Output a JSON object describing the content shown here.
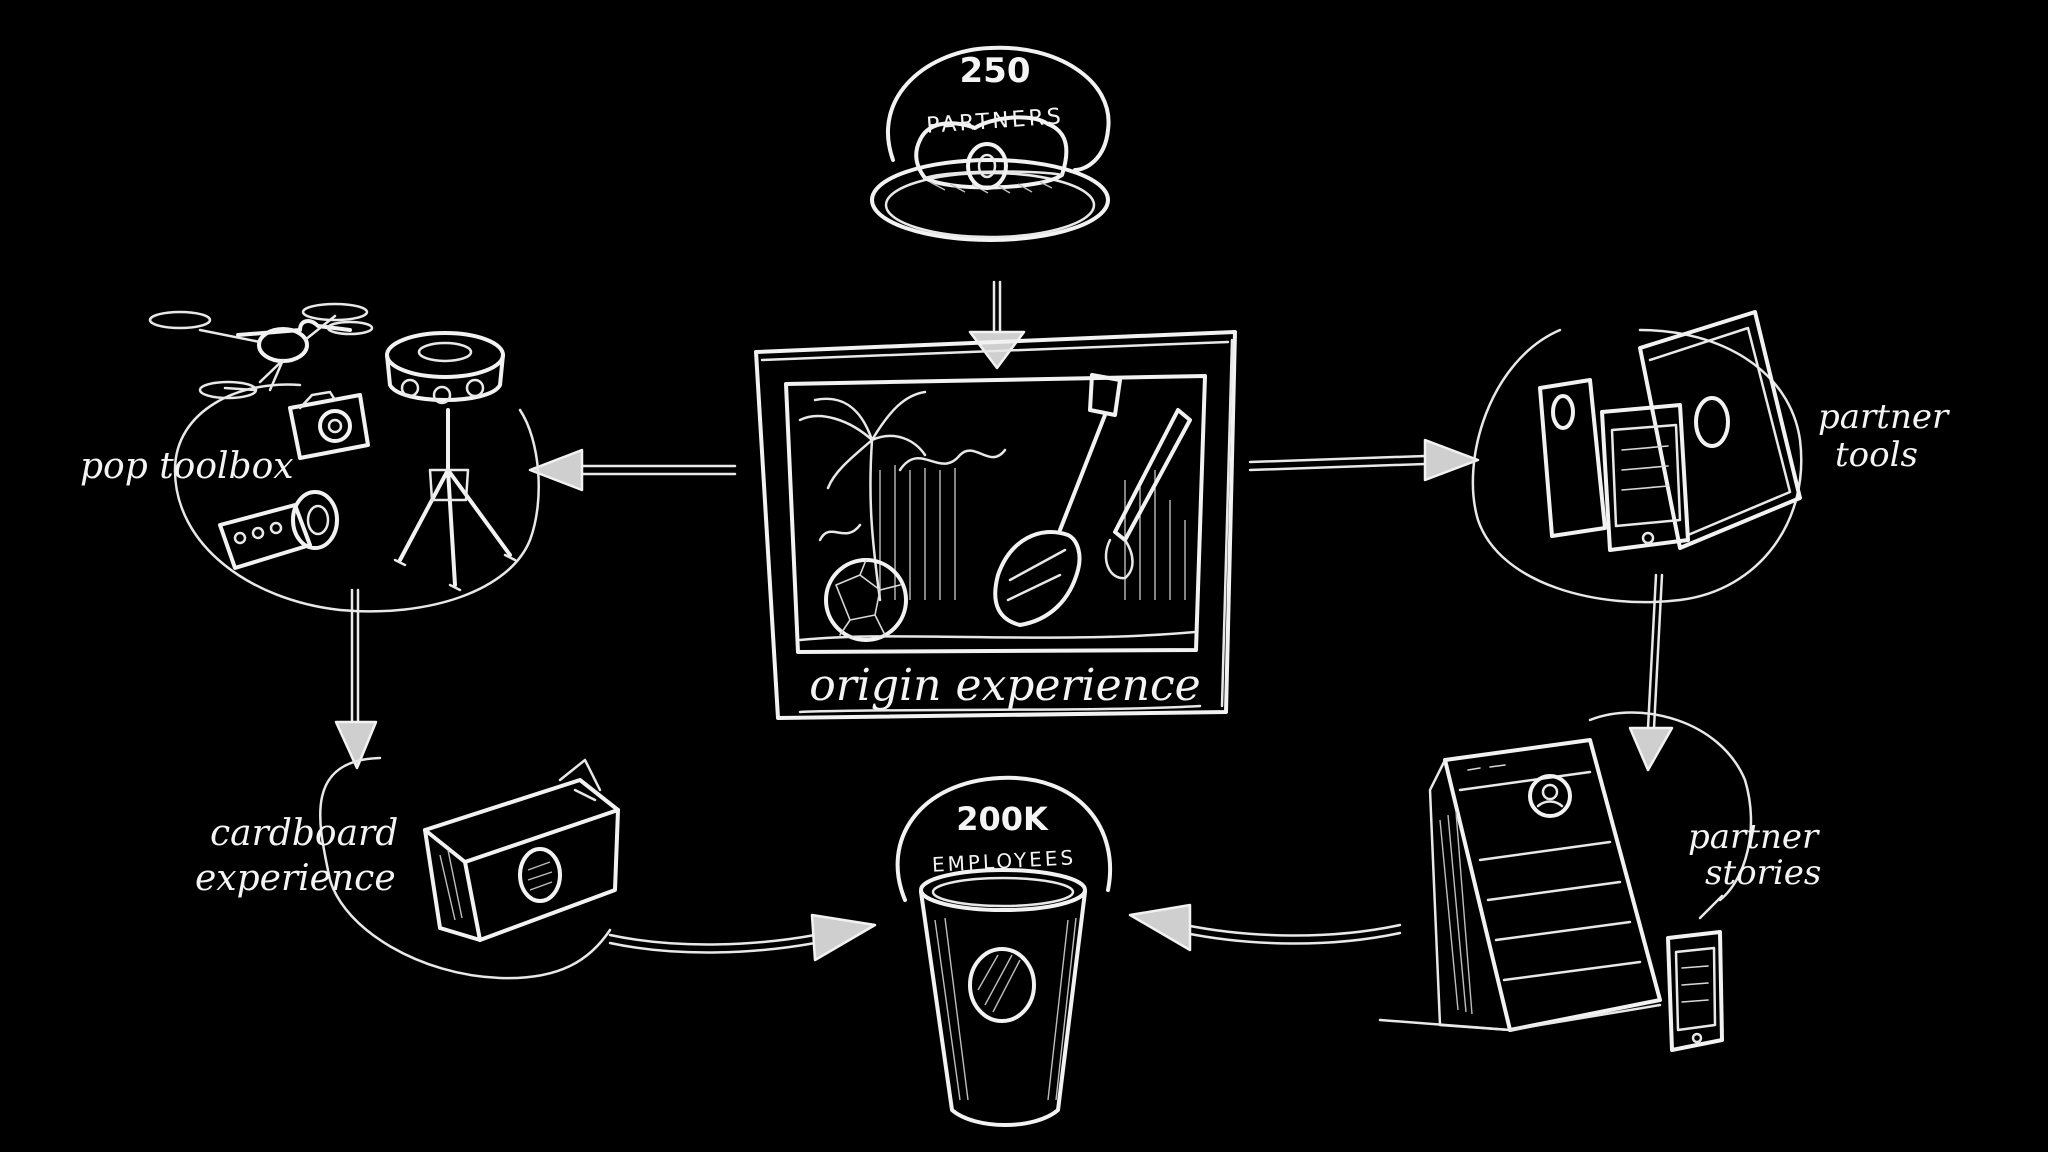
{
  "diagram": {
    "nodes": {
      "partners_hat": {
        "number": "250",
        "caption": "PARTNERS"
      },
      "origin": {
        "label": "origin experience"
      },
      "pop_toolbox": {
        "label": "pop toolbox"
      },
      "partner_tools": {
        "label_line1": "partner",
        "label_line2": "tools"
      },
      "cardboard": {
        "label_line1": "cardboard",
        "label_line2": "experience"
      },
      "employees_cup": {
        "number": "200K",
        "caption": "EMPLOYEES"
      },
      "partner_stories": {
        "label_line1": "partner",
        "label_line2": "stories"
      }
    },
    "flow": [
      "partners_hat -> origin",
      "origin -> pop_toolbox",
      "origin -> partner_tools",
      "pop_toolbox -> cardboard",
      "partner_tools -> partner_stories",
      "cardboard -> employees_cup",
      "partner_stories -> employees_cup"
    ],
    "colors": {
      "background": "#000000",
      "chalk": "#f2f2f2"
    }
  }
}
